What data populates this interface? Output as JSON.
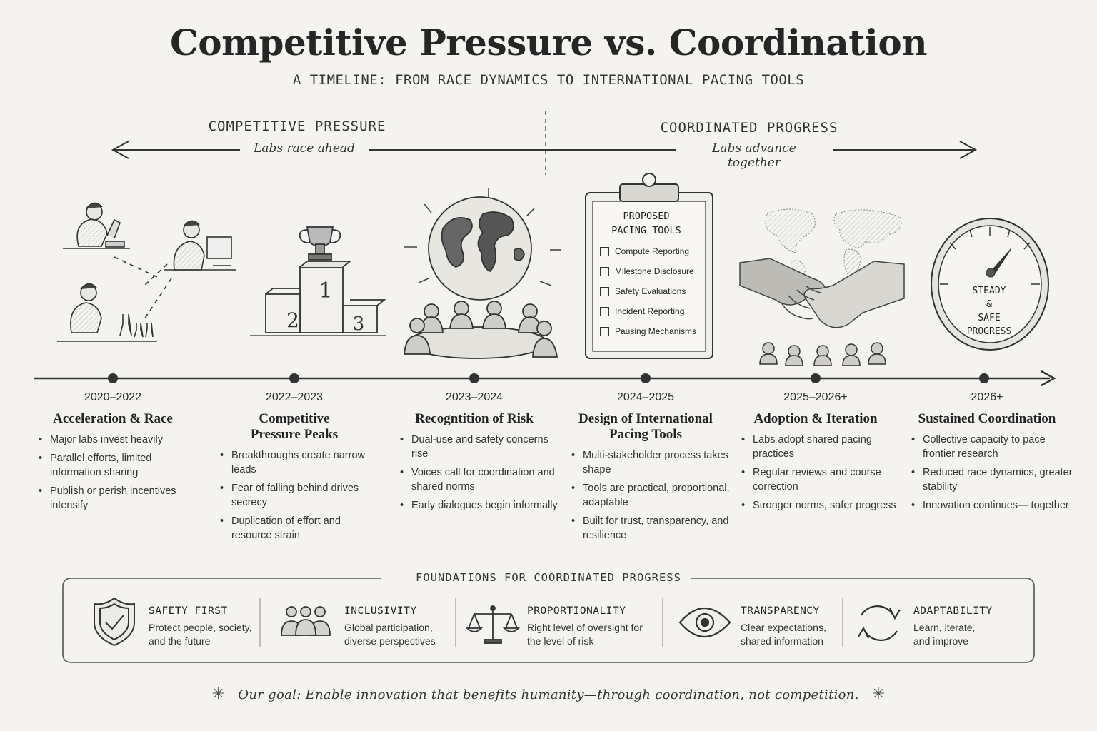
{
  "header": {
    "title": "Competitive Pressure vs. Coordination",
    "subtitle": "A TIMELINE: FROM RACE DYNAMICS TO INTERNATIONAL PACING TOOLS"
  },
  "phases": {
    "left": {
      "label": "COMPETITIVE PRESSURE",
      "sub": "Labs race ahead"
    },
    "right": {
      "label": "COORDINATED PROGRESS",
      "sub": "Labs advance together"
    }
  },
  "clipboard": {
    "title": "PROPOSED\nPACING TOOLS",
    "items": [
      "Compute Reporting",
      "Milestone Disclosure",
      "Safety Evaluations",
      "Incident Reporting",
      "Pausing Mechanisms"
    ]
  },
  "podium": {
    "first": "1",
    "second": "2",
    "third": "3"
  },
  "gauge": {
    "text": "STEADY\n&\nSAFE\nPROGRESS"
  },
  "stages": [
    {
      "year": "2020–2022",
      "title": "Acceleration & Race",
      "bullets": [
        "Major labs invest heavily",
        "Parallel efforts, limited information sharing",
        "Publish or perish incentives intensify"
      ]
    },
    {
      "year": "2022–2023",
      "title": "Competitive Pressure Peaks",
      "bullets": [
        "Breakthroughs create narrow leads",
        "Fear of falling behind drives secrecy",
        "Duplication of effort and resource strain"
      ]
    },
    {
      "year": "2023–2024",
      "title": "Recogntition of Risk",
      "bullets": [
        "Dual-use and safety concerns rise",
        "Voices call for coordination and shared norms",
        "Early dialogues begin informally"
      ]
    },
    {
      "year": "2024–2025",
      "title": "Design of International Pacing Tools",
      "bullets": [
        "Multi-stakeholder process takes shape",
        "Tools are practical, proportional, adaptable",
        "Built for trust, transparency, and resilience"
      ]
    },
    {
      "year": "2025–2026+",
      "title": "Adoption & Iteration",
      "bullets": [
        "Labs adopt shared pacing practices",
        "Regular reviews and course correction",
        "Stronger norms, safer progress"
      ]
    },
    {
      "year": "2026+",
      "title": "Sustained Coordination",
      "bullets": [
        "Collective capacity to pace frontier research",
        "Reduced race dynamics, greater stability",
        "Innovation continues— together"
      ]
    }
  ],
  "foundations": {
    "title": "FOUNDATIONS FOR COORDINATED PROGRESS",
    "items": [
      {
        "icon": "shield-check-icon",
        "title": "SAFETY FIRST",
        "desc": "Protect people, society, and the future"
      },
      {
        "icon": "people-group-icon",
        "title": "INCLUSIVITY",
        "desc": "Global participation, diverse perspectives"
      },
      {
        "icon": "scales-icon",
        "title": "PROPORTIONALITY",
        "desc": "Right level of oversight for the level of risk"
      },
      {
        "icon": "eye-icon",
        "title": "TRANSPARENCY",
        "desc": "Clear expectations, shared information"
      },
      {
        "icon": "cycle-arrows-icon",
        "title": "ADAPTABILITY",
        "desc": "Learn, iterate, and improve"
      }
    ]
  },
  "goal": "Our goal: Enable innovation that benefits humanity—through coordination, not competition."
}
